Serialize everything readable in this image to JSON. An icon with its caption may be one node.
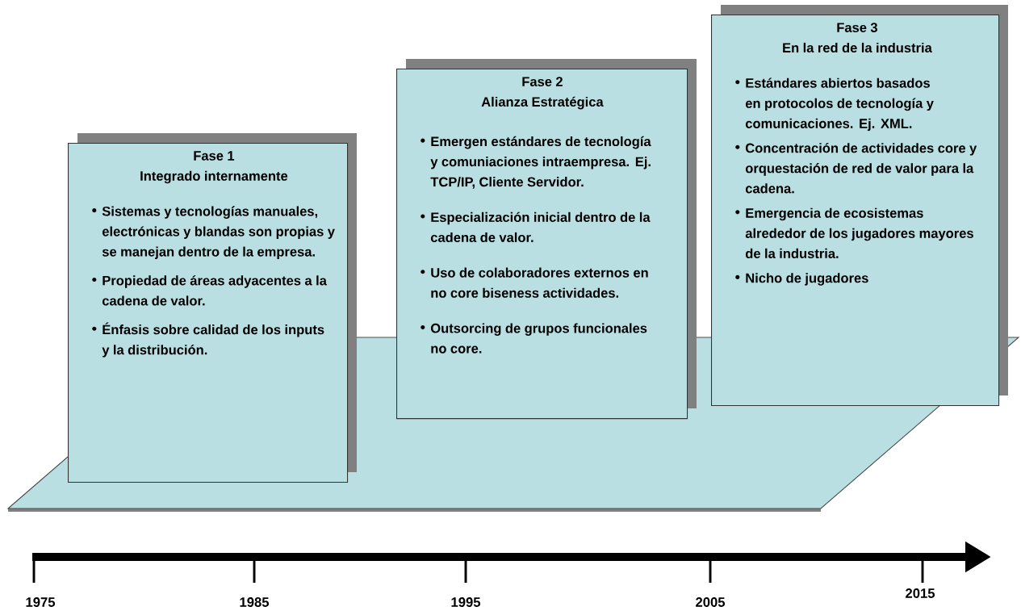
{
  "diagram": {
    "nodes": [
      {
        "text": [
          "Fase 1",
          "Integrado internamente",
          "Sistemas y tecnologías manuales, electrónicas y blandas son propias y se manejan dentro de la empresa.",
          "Propiedad de  áreas adyacentes a la cadena de valor.",
          "Énfasis sobre calidad de los inputs y la distribución."
        ]
      },
      {
        "text": [
          "Fase 2",
          "Alianza Estratégica",
          "Emergen estándares  de tecnología y comuniaciones intraempresa. Ej. TCP/IP, Cliente Servidor.",
          "Especialización inicial dentro de la cadena de valor.",
          "Uso de colaboradores externos en no core biseness actividades.",
          "Outsorcing de grupos funcionales no core."
        ]
      },
      {
        "text": [
          "Fase 3",
          "En la red de la industria",
          "Estándares abiertos basados en protocolos de tecnología y comunicaciones. Ej. XML.",
          "Concentración de actividades core y orquestación de red de valor para la cadena.",
          "Emergencia de ecosistemas alrededor de los jugadores mayores de la industria.",
          "Nicho de jugadores"
        ]
      }
    ],
    "labels": [
      "1975",
      "1985",
      "1995",
      "2005",
      "2015"
    ]
  }
}
